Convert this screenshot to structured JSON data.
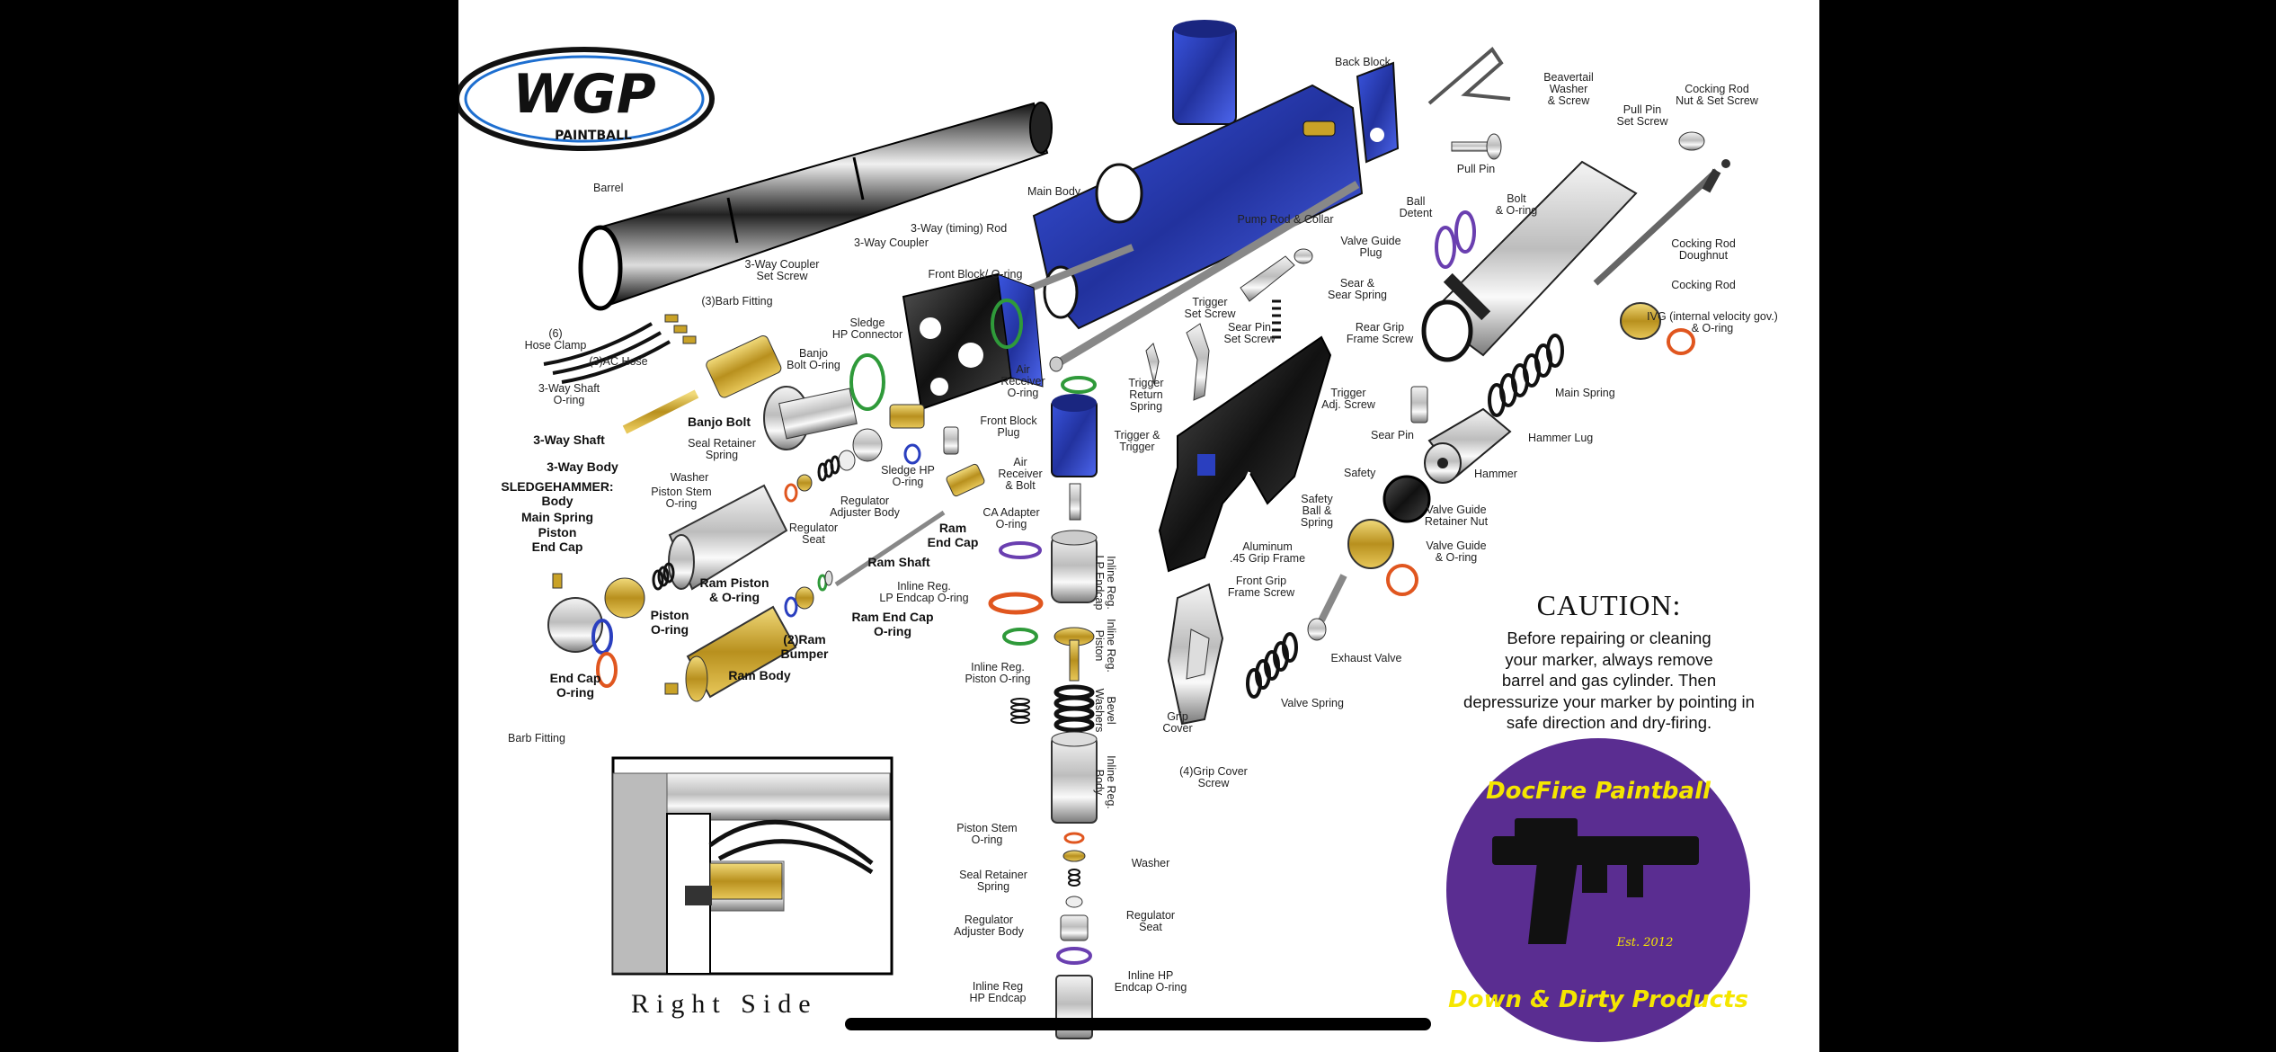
{
  "brand": {
    "logo_text": "WGP",
    "logo_sub": "PAINTBALL"
  },
  "badge": {
    "line1": "DocFire Paintball",
    "line2": "Down & Dirty Products",
    "est": "Est. 2012",
    "bg": "#5a2d91",
    "text_color": "#f5e600"
  },
  "caution": {
    "title": "CAUTION:",
    "lines": [
      "Before repairing or cleaning",
      "your marker, always  remove",
      "barrel and gas cylinder.  Then",
      "depressurize your marker by  pointing in",
      "safe direction and dry-firing."
    ]
  },
  "inset": {
    "caption": "Right Side"
  },
  "colors": {
    "blue": "#2a3fbf",
    "brass": "#c9a227",
    "orange": "#e0561f",
    "green": "#2f9a3a",
    "purple": "#6a3fb0"
  },
  "labels": {
    "barrel": "Barrel",
    "main_body": "Main Body",
    "back_block": "Back Block",
    "beavertail": "Beavertail\nWasher\n& Screw",
    "cocking_rod_nut": "Cocking Rod\nNut & Set Screw",
    "pull_pin_set_screw": "Pull Pin\nSet Screw",
    "pull_pin": "Pull Pin",
    "ball_detent": "Ball\nDetent",
    "bolt": "Bolt\n& O-ring",
    "cocking_rod_doughnut": "Cocking Rod\nDoughnut",
    "cocking_rod": "Cocking Rod",
    "ivg": "IVG (internal velocity gov.)\n& O-ring",
    "main_spring_r": "Main Spring",
    "hammer_lug": "Hammer Lug",
    "hammer": "Hammer",
    "valve_guide_retainer": "Valve Guide\nRetainer Nut",
    "valve_guide": "Valve Guide\n& O-ring",
    "exhaust_valve": "Exhaust Valve",
    "valve_spring": "Valve Spring",
    "pump_rod": "Pump Rod & Collar",
    "valve_guide_plug": "Valve Guide\nPlug",
    "sear_spring": "Sear &\nSear Spring",
    "trigger_set_screw": "Trigger\nSet Screw",
    "sear_pin_set_screw": "Sear Pin\nSet Screw",
    "rear_grip_frame_screw": "Rear Grip\nFrame Screw",
    "trigger_adj": "Trigger\nAdj. Screw",
    "sear_pin": "Sear Pin",
    "safety": "Safety",
    "safety_ball": "Safety\nBall &\nSpring",
    "trigger_return": "Trigger\nReturn\nSpring",
    "trigger": "Trigger &\nTrigger",
    "aluminum_frame": "Aluminum\n.45 Grip Frame",
    "front_grip_screw": "Front Grip\nFrame Screw",
    "grip_cover": "Grip\nCover",
    "grip_cover_screw": "(4)Grip Cover\nScrew",
    "three_way_rod": "3-Way (timing) Rod",
    "three_way_coupler": "3-Way Coupler",
    "three_way_coupler_screw": "3-Way Coupler\nSet Screw",
    "barb_fitting3": "(3)Barb Fitting",
    "hose_clamp": "(6)\nHose Clamp",
    "ac_hose": "(3)AC Hose",
    "three_way_shaft_oring": "3-Way Shaft\nO-ring",
    "three_way_shaft": "3-Way Shaft",
    "three_way_body": "3-Way Body",
    "front_block": "Front Block/ O-ring",
    "sledge_hp": "Sledge\nHP Connector",
    "banjo_bolt_oring": "Banjo\nBolt O-ring",
    "banjo_bolt": "Banjo Bolt",
    "air_receiver_oring": "Air\nReceiver\nO-ring",
    "front_block_plug": "Front Block\nPlug",
    "air_receiver_bolt": "Air\nReceiver\n& Bolt",
    "seal_retainer": "Seal Retainer\nSpring",
    "washer": "Washer",
    "piston_stem": "Piston Stem\nO-ring",
    "sledge_hp_oring": "Sledge HP\nO-ring",
    "reg_adjuster": "Regulator\nAdjuster Body",
    "reg_seat": "Regulator\nSeat",
    "ram_end_cap": "Ram\nEnd Cap",
    "sledgehammer": "SLEDGEHAMMER:\nBody",
    "main_spring_l": "Main Spring",
    "piston_endcap": "Piston\nEnd Cap",
    "ram_shaft": "Ram Shaft",
    "ram_piston": "Ram Piston\n& O-ring",
    "ram_end_cap_oring": "Ram End Cap\nO-ring",
    "piston_oring": "Piston\nO-ring",
    "ram_bumper": "(2)Ram\nBumper",
    "ram_body": "Ram Body",
    "end_cap_oring": "End Cap\nO-ring",
    "barb_fitting": "Barb Fitting",
    "ca_adapter": "CA Adapter\nO-ring",
    "inline_lp": "Inline Reg.\nLP Endcap O-ring",
    "inline_lp_endcap": "Inline Reg.\nLP Endcap",
    "inline_piston": "Inline Reg.\nPiston",
    "inline_piston_oring": "Inline Reg.\nPiston O-ring",
    "bevel_washers": "Bevel\nWashers",
    "inline_body": "Inline Reg.\nBody",
    "piston_stem2": "Piston Stem\nO-ring",
    "washer2": "Washer",
    "seal_retainer2": "Seal Retainer\nSpring",
    "reg_seat2": "Regulator\nSeat",
    "reg_adjuster2": "Regulator\nAdjuster Body",
    "inline_hp_oring": "Inline HP\nEndcap O-ring",
    "inline_hp_endcap": "Inline Reg\nHP Endcap"
  }
}
